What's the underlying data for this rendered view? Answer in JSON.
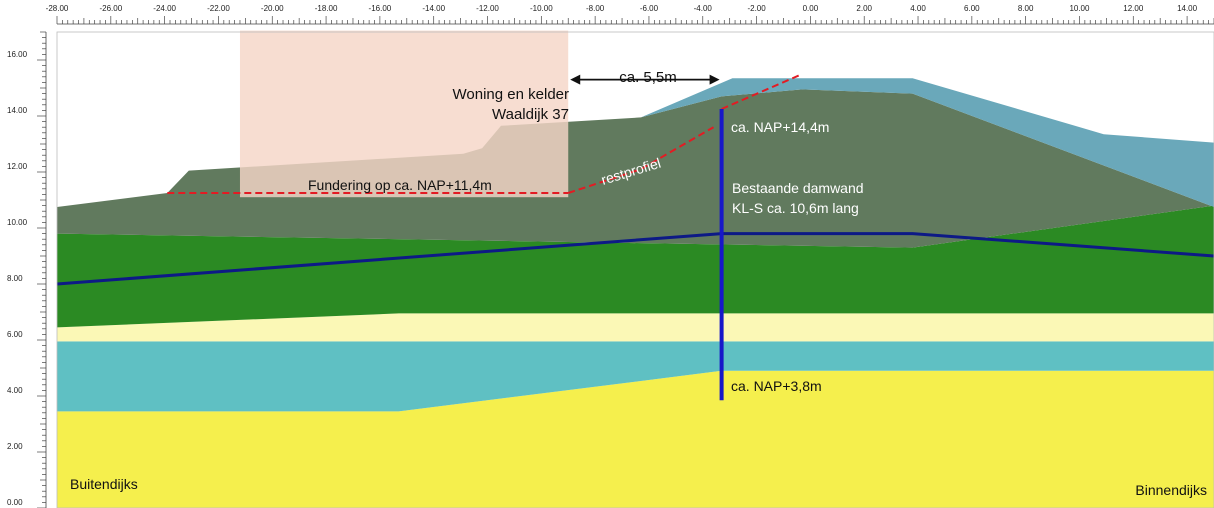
{
  "x_axis": {
    "min": -28,
    "max": 15,
    "major_step": 2,
    "minor_step": 0.2,
    "tick_labels": [
      "-28.00",
      "-26.00",
      "-24.00",
      "-22.00",
      "-20.00",
      "-18.00",
      "-16.00",
      "-14.00",
      "-12.00",
      "-10.00",
      "-8.00",
      "-6.00",
      "-4.00",
      "-2.00",
      "0.00",
      "2.00",
      "4.00",
      "6.00",
      "8.00",
      "10.00",
      "12.00",
      "14.00"
    ]
  },
  "y_axis": {
    "min": 0,
    "max": 17,
    "major_step": 2,
    "minor_step": 0.2,
    "tick_labels": [
      "0.00",
      "2.00",
      "4.00",
      "6.00",
      "8.00",
      "10.00",
      "12.00",
      "14.00",
      "16.00"
    ]
  },
  "colors": {
    "sand_deep": "#f5ef4d",
    "aquifer": "#5fc0c3",
    "sand_light": "#fbf8b6",
    "clay_green": "#2b8a23",
    "dike_body": "#617a5e",
    "dike_cover": "#6aa8ba",
    "house": "#f5d6c7",
    "sheet_pile": "#1717c9",
    "phreatic": "#0d1a86",
    "dashed": "#e31b23",
    "white": "#ffffff"
  },
  "layers": [
    {
      "name": "sand-deep-layer",
      "color": "sand_deep",
      "points": [
        [
          -28,
          0
        ],
        [
          15,
          0
        ],
        [
          15,
          4.9
        ],
        [
          -3.3,
          4.9
        ],
        [
          -15.3,
          3.45
        ],
        [
          -28,
          3.45
        ]
      ]
    },
    {
      "name": "aquifer-layer",
      "color": "aquifer",
      "points": [
        [
          -28,
          3.45
        ],
        [
          -15.3,
          3.45
        ],
        [
          -3.3,
          4.9
        ],
        [
          15,
          4.9
        ],
        [
          15,
          5.95
        ],
        [
          -28,
          5.95
        ]
      ]
    },
    {
      "name": "light-sand-layer",
      "color": "sand_light",
      "points": [
        [
          -28,
          5.95
        ],
        [
          15,
          5.95
        ],
        [
          15,
          6.95
        ],
        [
          -15.3,
          6.95
        ],
        [
          -28,
          6.45
        ]
      ]
    },
    {
      "name": "clay-layer",
      "color": "clay_green",
      "points": [
        [
          -28,
          6.45
        ],
        [
          -15.3,
          6.95
        ],
        [
          15,
          6.95
        ],
        [
          15,
          10.8
        ],
        [
          3.8,
          9.3
        ],
        [
          -28,
          9.8
        ]
      ]
    },
    {
      "name": "dike-body",
      "color": "dike_body",
      "points": [
        [
          -28,
          10.75
        ],
        [
          -23.9,
          11.25
        ],
        [
          -23.1,
          12.05
        ],
        [
          -12.9,
          12.65
        ],
        [
          -12.2,
          12.85
        ],
        [
          -11.5,
          13.65
        ],
        [
          -6.3,
          13.95
        ],
        [
          -3.3,
          14.7
        ],
        [
          -0.3,
          14.95
        ],
        [
          3.8,
          14.8
        ],
        [
          15,
          10.75
        ],
        [
          15,
          10.8
        ],
        [
          3.8,
          9.3
        ],
        [
          -28,
          9.8
        ]
      ]
    },
    {
      "name": "dike-cover-layer",
      "color": "dike_cover",
      "points": [
        [
          -6.3,
          13.95
        ],
        [
          -2.9,
          15.35
        ],
        [
          3.8,
          15.35
        ],
        [
          10.9,
          13.35
        ],
        [
          15,
          13.05
        ],
        [
          15,
          10.75
        ],
        [
          3.8,
          14.8
        ],
        [
          -0.3,
          14.95
        ],
        [
          -3.3,
          14.7
        ]
      ]
    }
  ],
  "house_box": {
    "color": "house",
    "opacity": 0.82,
    "x1": -21.2,
    "x2": -9.0,
    "y1": 11.1,
    "y2": 17.05
  },
  "phreatic_line": {
    "points": [
      [
        -28,
        8.0
      ],
      [
        -3.3,
        9.8
      ],
      [
        3.8,
        9.8
      ],
      [
        15,
        9.0
      ]
    ]
  },
  "sheet_pile": {
    "x": -3.3,
    "top": 14.25,
    "bottom": 3.85
  },
  "dashed_lines": [
    {
      "points": [
        [
          -23.9,
          11.25
        ],
        [
          -9.0,
          11.25
        ]
      ]
    },
    {
      "points": [
        [
          -9.0,
          11.25
        ],
        [
          -6.3,
          12.1
        ],
        [
          -3.6,
          13.6
        ]
      ]
    },
    {
      "points": [
        [
          -3.3,
          14.25
        ],
        [
          -0.3,
          15.5
        ]
      ]
    }
  ],
  "dimension_arrow": {
    "x1": -9.0,
    "x2": -3.3,
    "y": 15.3
  },
  "labels": {
    "woning_line1": "Woning en kelder",
    "woning_line2": "Waaldijk 37",
    "distance": "ca. 5,5m",
    "top_level": "ca. NAP+14,4m",
    "foundation": "Fundering op ca. NAP+11,4m",
    "restprofiel": "restprofiel",
    "damwand_line1": "Bestaande damwand",
    "damwand_line2": "KL-S ca. 10,6m lang",
    "bottom_level": "ca. NAP+3,8m",
    "outer_side": "Buitendijks",
    "inner_side": "Binnendijks"
  }
}
